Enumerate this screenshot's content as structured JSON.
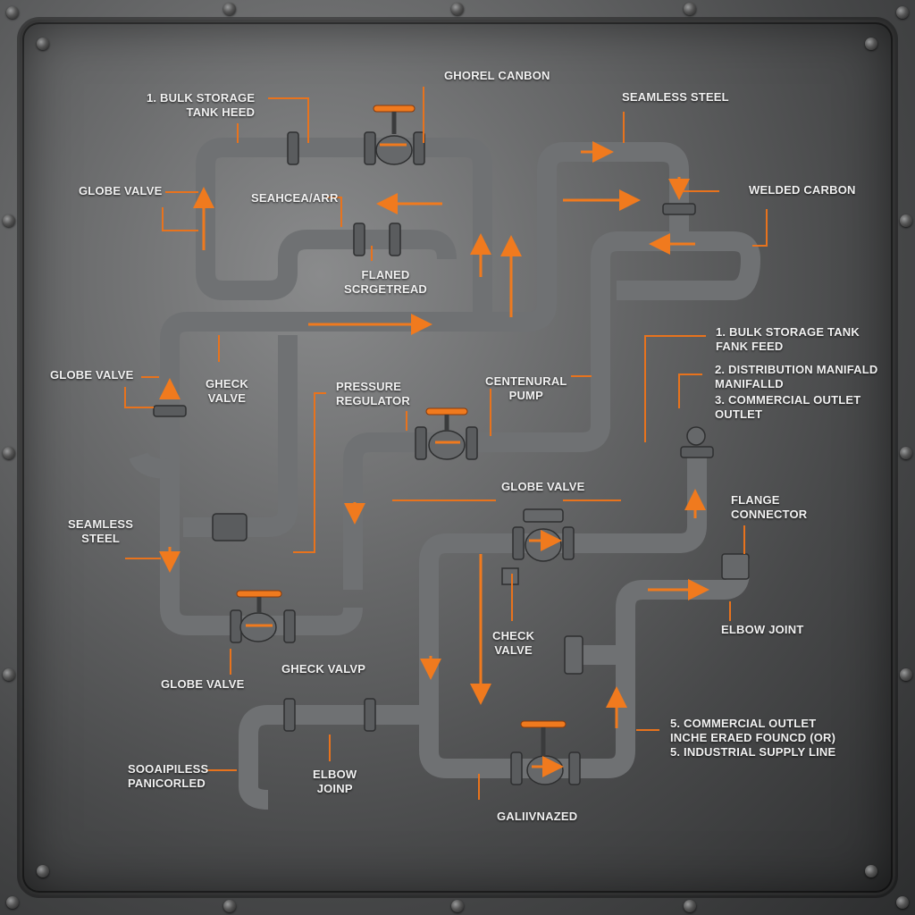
{
  "colors": {
    "accent": "#f07a1e",
    "pipe": "#7d7f81",
    "pipe_highlight": "#c9cacb",
    "pipe_shadow": "#3a3b3c",
    "panel_light": "#8a8b8c",
    "panel_dark": "#2c2d2e",
    "label_text": "#f2f2f2"
  },
  "labels": {
    "bulk_storage_top": {
      "line1": "1. Bulk Storage",
      "line2": "Tank Heed"
    },
    "ghorel_canbon": {
      "line1": "Ghorel Canbon"
    },
    "seamless_steel_top": {
      "line1": "Seamless Steel"
    },
    "globe_valve_left_top": {
      "line1": "Globe Valve"
    },
    "seahcea_arr": {
      "line1": "Seahcea/Arr"
    },
    "welded_carbon": {
      "line1": "Welded Carbon"
    },
    "flaned_scrgetread": {
      "line1": "Flaned",
      "line2": "Scrgetread"
    },
    "bulk_storage_right": {
      "line1": "1. Bulk Storage Tank",
      "line2": "Fank Feed"
    },
    "distribution_manifald": {
      "line1": "2. Distribution Manifald",
      "line2": "Manifalld"
    },
    "commercial_outlet_3": {
      "line1": "3. Commercial Outlet",
      "line2": "Outlet"
    },
    "globe_valve_left_mid": {
      "line1": "Globe Valve"
    },
    "gheck_valve": {
      "line1": "Gheck",
      "line2": "Valve"
    },
    "pressure_regulator": {
      "line1": "Pressure",
      "line2": "Regulator"
    },
    "centenural_pump": {
      "line1": "Centenural",
      "line2": "Pump"
    },
    "globe_valve_center": {
      "line1": "Globe Valve"
    },
    "flange_connector": {
      "line1": "Flange",
      "line2": "Connector"
    },
    "seamless_steel_left": {
      "line1": "Seamless",
      "line2": "Steel"
    },
    "check_valve_center": {
      "line1": "Check",
      "line2": "Valve"
    },
    "elbow_joint_right": {
      "line1": "Elbow Joint"
    },
    "globe_valve_bottom": {
      "line1": "Globe Valve"
    },
    "gheck_valvp": {
      "line1": "Gheck Valvp"
    },
    "commercial_outlet_5": {
      "line1": "5. Commercial Outlet",
      "line2": "Inche Eraed Founcd (Or)",
      "line3": "5. Industrial Supply Line"
    },
    "sooaipiless": {
      "line1": "Sooaipiless",
      "line2": "Panicorled"
    },
    "elbow_joinp": {
      "line1": "Elbow",
      "line2": "Joinp"
    },
    "galiivnazed": {
      "line1": "Galiivnazed"
    }
  }
}
